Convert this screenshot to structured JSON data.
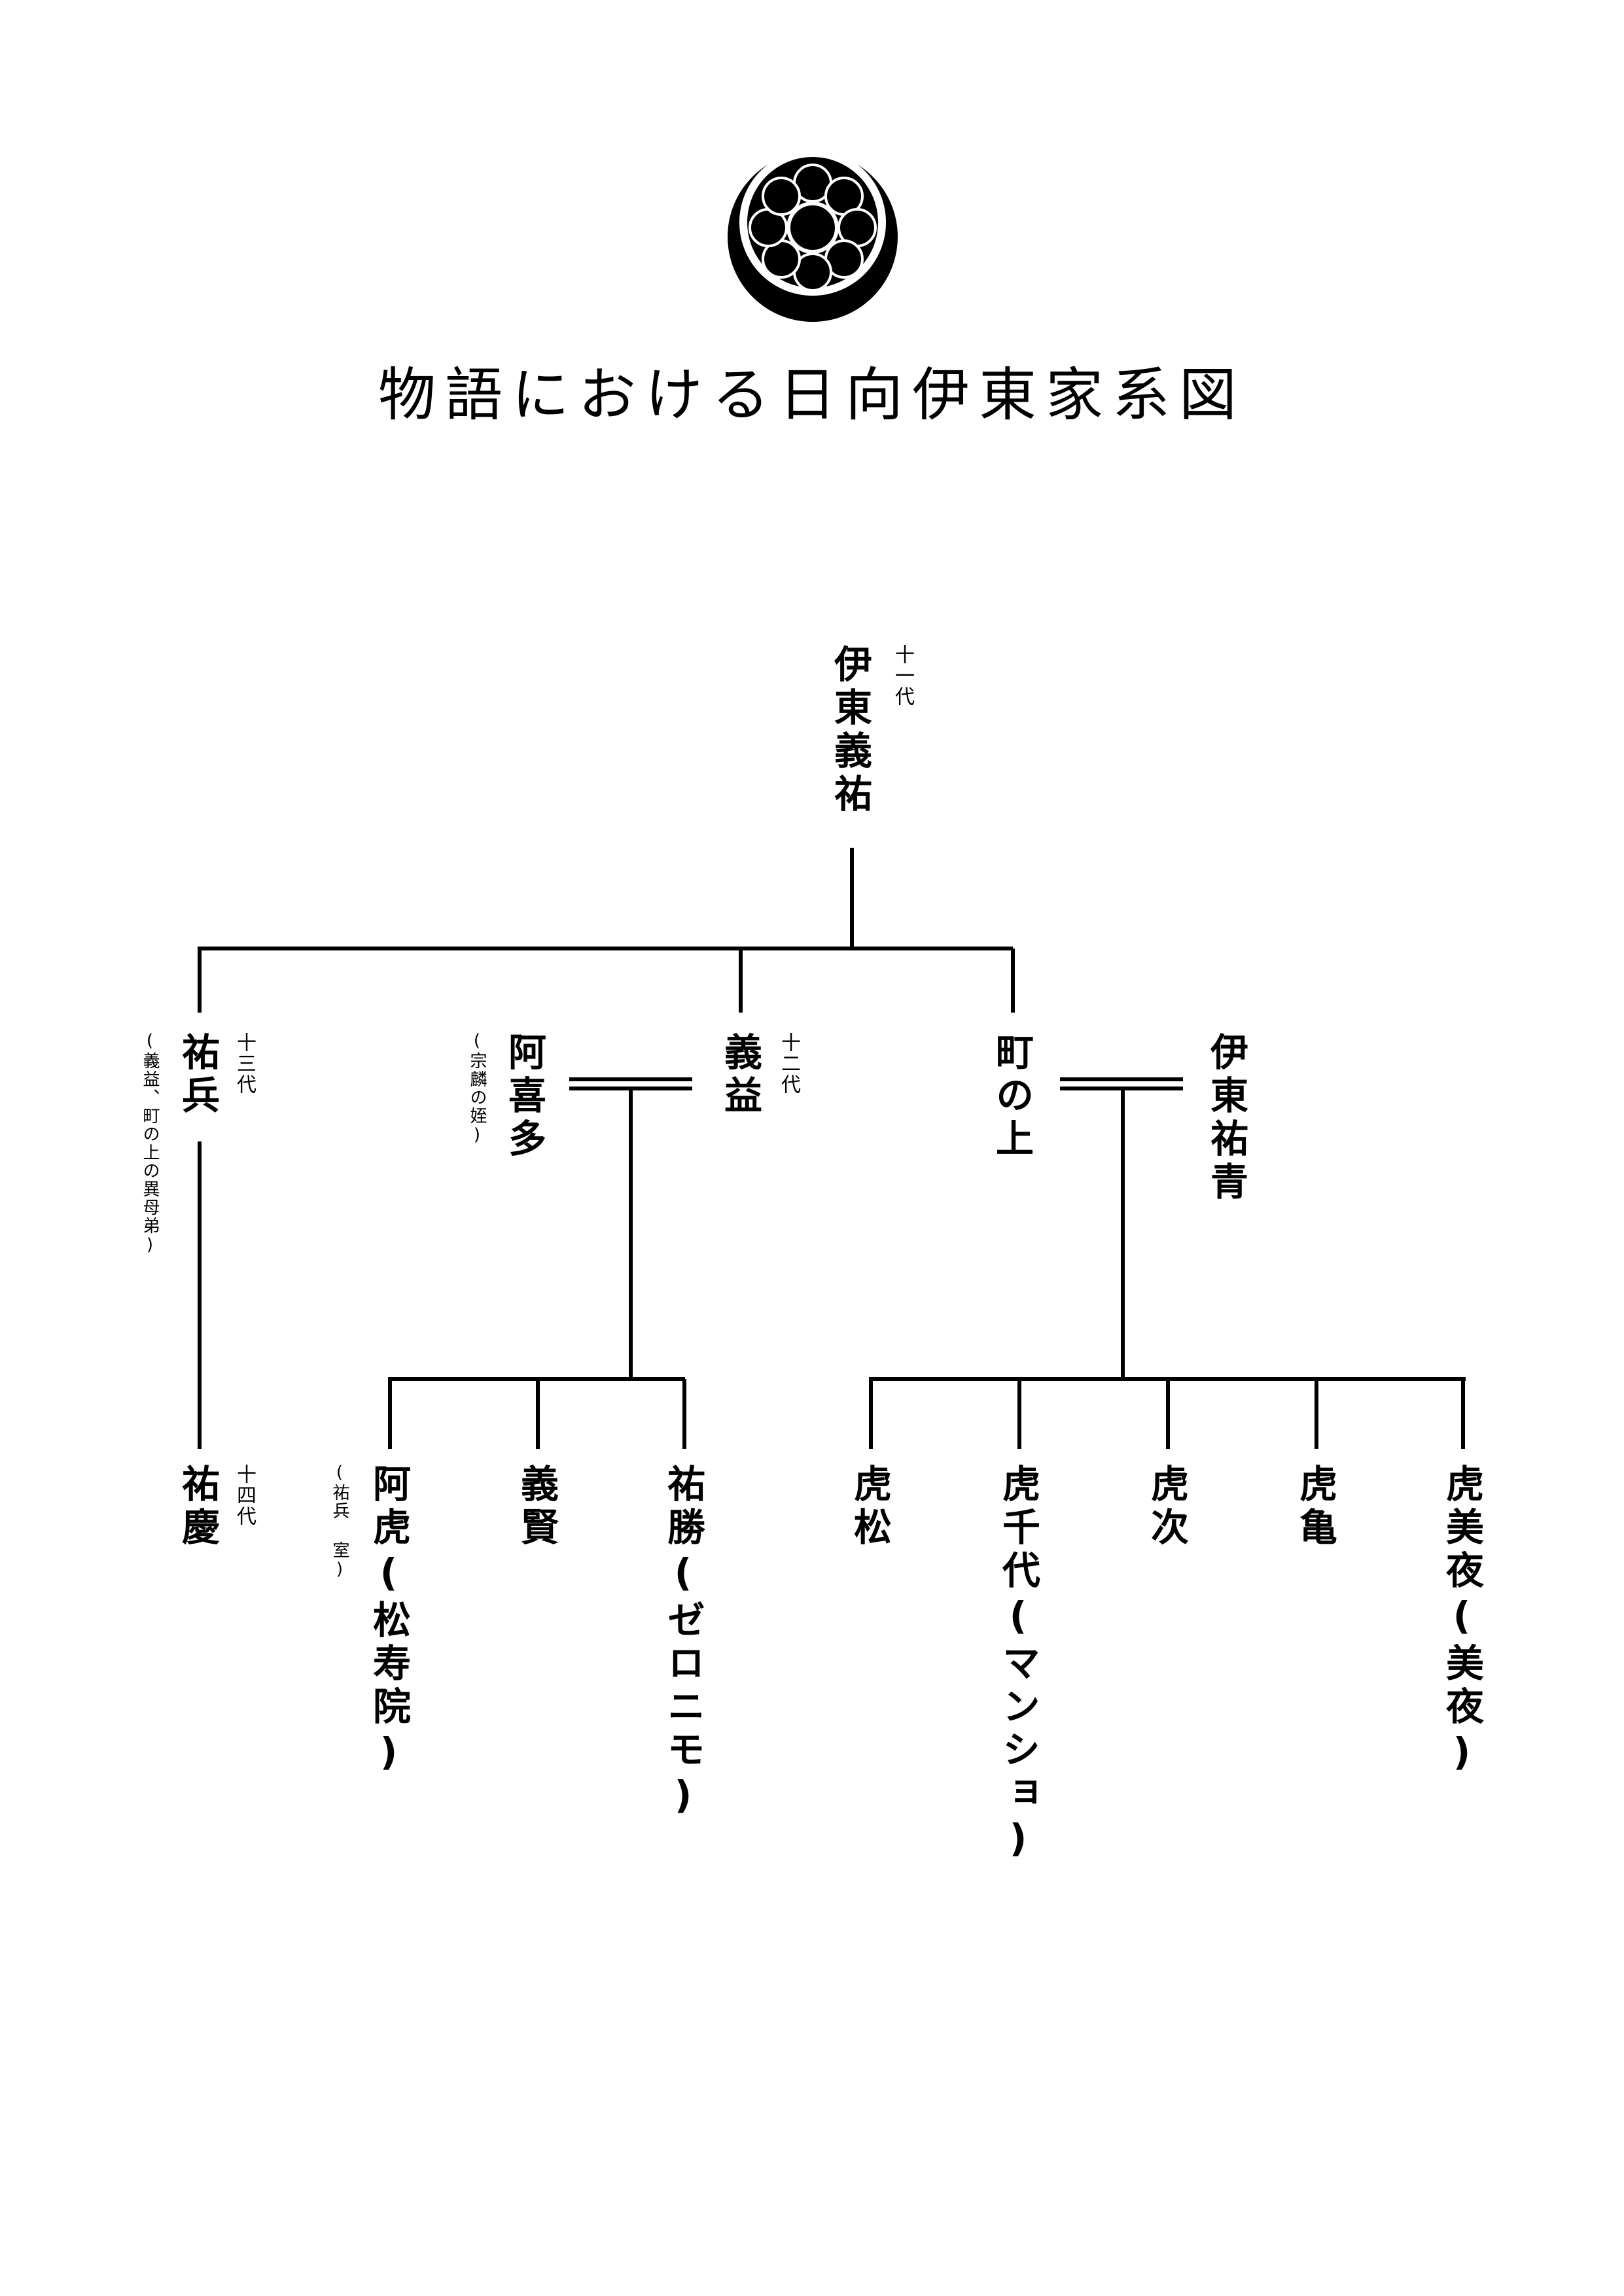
{
  "title": "物語における日向伊東家系図",
  "colors": {
    "ink": "#000000",
    "paper": "#ffffff"
  },
  "crest_icon": "nine-circles-moon-crest",
  "gen11": {
    "label": "十一代",
    "name": "伊東義祐"
  },
  "gen13a": {
    "label": "十三代",
    "name": "祐兵",
    "note": "(義益、町の上の異母弟)"
  },
  "akita": {
    "name": "阿喜多",
    "note": "(宗麟の姪)"
  },
  "gen12": {
    "label": "十二代",
    "name": "義益"
  },
  "machi": {
    "name": "町の上"
  },
  "sukeharu": {
    "name": "伊東祐青"
  },
  "gen14": {
    "label": "十四代",
    "name": "祐慶"
  },
  "atora": {
    "name": "阿虎(松寿院)",
    "note": "(祐兵 室)"
  },
  "yoshikata": {
    "name": "義賢"
  },
  "sukekatsu": {
    "name": "祐勝(ゼロニモ)"
  },
  "toramatsu": {
    "name": "虎松"
  },
  "torachiyo": {
    "name": "虎千代(マンショ)"
  },
  "toraji": {
    "name": "虎次"
  },
  "torakame": {
    "name": "虎亀"
  },
  "toramiya": {
    "name": "虎美夜(美夜)"
  }
}
